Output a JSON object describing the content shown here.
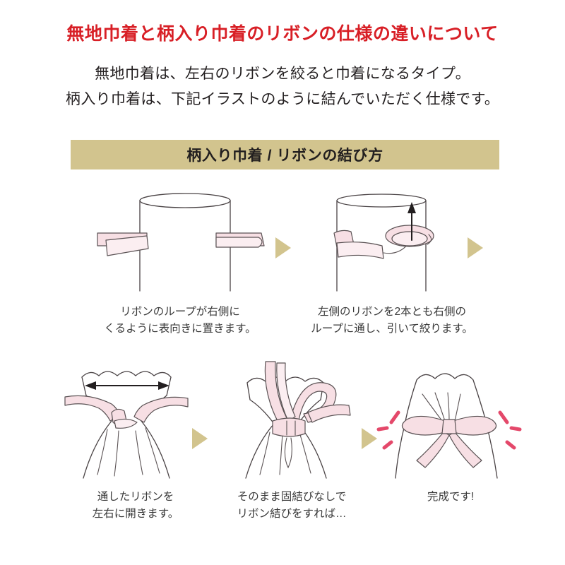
{
  "header": {
    "title": "無地巾着と柄入り巾着のリボンの仕様の違いについて",
    "title_color": "#d81f26",
    "lead_line1": "無地巾着は、左右のリボンを絞ると巾着になるタイプ。",
    "lead_line2": "柄入り巾着は、下記イラストのように結んでいただく仕様です。"
  },
  "banner": {
    "text": "柄入り巾着 / リボンの結び方",
    "background_color": "#d2c48e",
    "text_color": "#221f1f"
  },
  "palette": {
    "ribbon_fill": "#f7dfe4",
    "ribbon_fill_light": "#fbeef1",
    "outline": "#4a4345",
    "arrow_marker": "#d2c48e",
    "sparkle": "#e4486a",
    "caption_text": "#3a3a3a"
  },
  "steps": [
    {
      "index": 1,
      "illustration": "pouch-cylinder-with-two-ribbons",
      "caption_line1": "リボンのループが右側に",
      "caption_line2": "くるように表向きに置きます。"
    },
    {
      "index": 2,
      "illustration": "ribbon-threading-through-loop-with-up-arrow",
      "caption_line1": "左側のリボンを2本とも右側の",
      "caption_line2": "ループに通し、引いて絞ります。"
    },
    {
      "index": 3,
      "illustration": "gathered-pouch-ribbons-pulled-both-sides",
      "caption_line1": "通したリボンを",
      "caption_line2": "左右に開きます。"
    },
    {
      "index": 4,
      "illustration": "pouch-with-half-formed-bow",
      "caption_line1": "そのまま固結びなしで",
      "caption_line2": "リボン結びをすれば…"
    },
    {
      "index": 5,
      "illustration": "pouch-with-finished-bow-and-sparkles",
      "caption_line1": "完成です!",
      "caption_line2": ""
    }
  ],
  "arrows": [
    {
      "id": "arrow-step1-to-step2"
    },
    {
      "id": "arrow-step2-to-step3"
    },
    {
      "id": "arrow-step3-to-step4"
    },
    {
      "id": "arrow-step4-to-step5"
    }
  ]
}
